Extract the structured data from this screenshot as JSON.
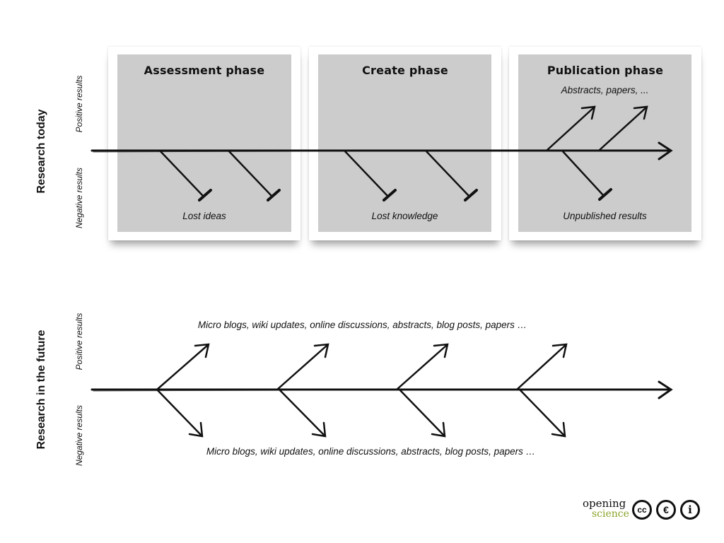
{
  "sections": {
    "today": {
      "title": "Research today",
      "positive_label": "Positive results",
      "negative_label": "Negative results"
    },
    "future": {
      "title": "Research in the future",
      "positive_label": "Positive results",
      "negative_label": "Negative results",
      "top_caption": "Micro blogs, wiki updates, online discussions, abstracts, blog posts, papers …",
      "bottom_caption": "Micro blogs, wiki updates, online discussions, abstracts, blog posts, papers …"
    }
  },
  "phases": [
    {
      "title": "Assessment phase",
      "bottom_caption": "Lost ideas"
    },
    {
      "title": "Create phase",
      "bottom_caption": "Lost knowledge"
    },
    {
      "title": "Publication phase",
      "top_caption": "Abstracts, papers, ...",
      "bottom_caption": "Unpublished results"
    }
  ],
  "logo": {
    "line1": "opening",
    "line2": "science",
    "line2_color": "#8aa42a"
  },
  "license_icons": [
    {
      "icon": "cc-icon",
      "glyph": "cc"
    },
    {
      "icon": "noncommercial-icon",
      "glyph": "€"
    },
    {
      "icon": "attribution-icon",
      "glyph": "i"
    }
  ],
  "colors": {
    "panel": "#cccccc",
    "ink": "#111111"
  }
}
